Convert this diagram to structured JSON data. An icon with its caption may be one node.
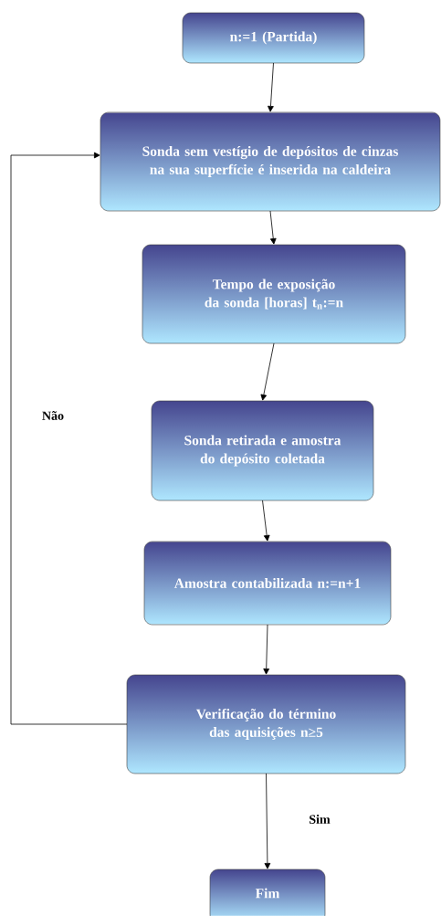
{
  "diagram": {
    "nodes": [
      {
        "text": [
          "n:=1 (Partida)"
        ]
      },
      {
        "text": [
          "Sonda sem vestígio de depósitos de cinzas na sua superfície é inserida na caldeira"
        ]
      },
      {
        "text": [
          "Tempo de exposição da sonda [horas] t$_{n}$:=n"
        ]
      },
      {
        "text": [
          "Sonda retirada e amostra do depósito coletada"
        ]
      },
      {
        "text": [
          "Amostra contabilizada n:=n+1"
        ]
      },
      {
        "text": [
          "Verificação do término das aquisições n≥5"
        ]
      },
      {
        "text": [
          "Fim"
        ]
      }
    ],
    "edges": [
      {
        "from": 0,
        "to": 1,
        "arrow": "to"
      },
      {
        "from": 1,
        "to": 2,
        "arrow": "to"
      },
      {
        "from": 2,
        "to": 3,
        "arrow": "to"
      },
      {
        "from": 3,
        "to": 4,
        "arrow": "to"
      },
      {
        "from": 4,
        "to": 5,
        "arrow": "to"
      },
      {
        "from": 5,
        "to": 1,
        "arrow": "to",
        "label": "Não"
      },
      {
        "from": 5,
        "to": 6,
        "arrow": "to",
        "label": "Sim"
      }
    ]
  }
}
